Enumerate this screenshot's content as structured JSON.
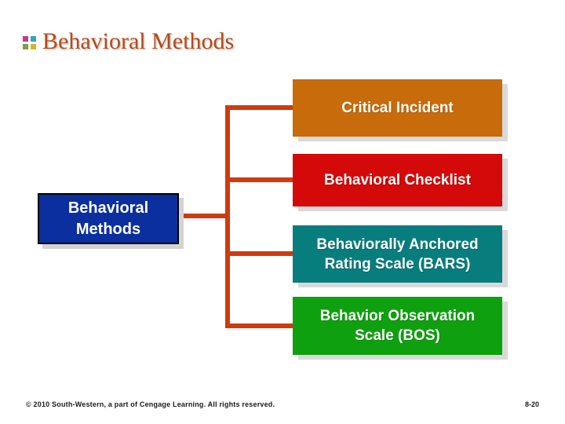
{
  "slide": {
    "title": "Behavioral Methods",
    "title_color": "#B34A1E",
    "bullet_squares": {
      "top_left": "#BE3D8E",
      "top_right": "#31A8B4",
      "bottom_left": "#78A440",
      "bottom_right": "#D4B62C"
    }
  },
  "diagram": {
    "connector_color": "#CF3A10",
    "root": {
      "label": "Behavioral\nMethods",
      "bg": "#0B2F9E"
    },
    "children": [
      {
        "label": "Critical Incident",
        "bg": "#C76B0B"
      },
      {
        "label": "Behavioral Checklist",
        "bg": "#D40909"
      },
      {
        "label": "Behaviorally Anchored\nRating Scale (BARS)",
        "bg": "#087D7E"
      },
      {
        "label": "Behavior Observation\nScale (BOS)",
        "bg": "#0FA00F"
      }
    ]
  },
  "footer": {
    "copyright": "© 2010 South-Western, a part of Cengage Learning. All rights reserved.",
    "slide_number": "8-20"
  }
}
